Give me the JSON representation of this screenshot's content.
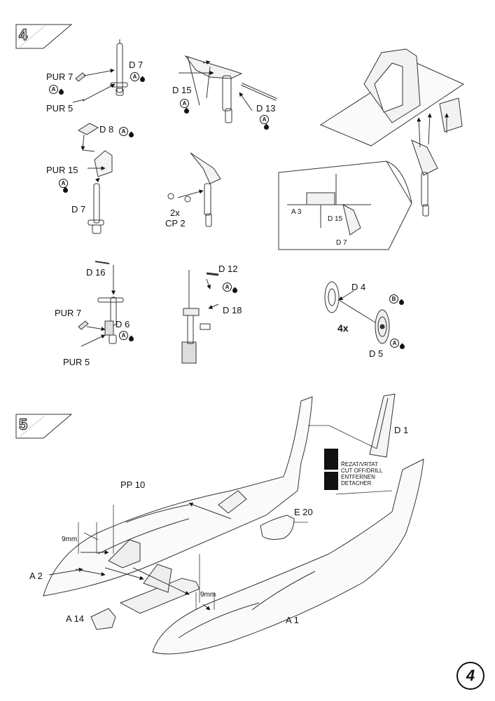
{
  "steps": [
    "4",
    "5"
  ],
  "page_number": "4",
  "badges": [
    "A",
    "B"
  ],
  "labels": {
    "pur7_a": "PUR 7",
    "pur5_a": "PUR 5",
    "d7_a": "D 7",
    "d15_a": "D 15",
    "d13": "D 13",
    "d8": "D 8",
    "pur15": "PUR 15",
    "d7_b": "D 7",
    "x2": "2x",
    "cp2": "CP 2",
    "a3": "A 3",
    "d15_inset": "D 15",
    "d7_inset": "D 7",
    "d16": "D 16",
    "d12": "D 12",
    "d18": "D 18",
    "pur7_b": "PUR 7",
    "d6": "D 6",
    "pur5_b": "PUR 5",
    "d4": "D 4",
    "x4": "4x",
    "d5": "D 5",
    "d1": "D 1",
    "pp10": "PP 10",
    "e20": "E 20",
    "mm9_a": "9mm",
    "mm9_b": "9mm",
    "a2": "A 2",
    "a14": "A 14",
    "a1": "A 1"
  },
  "cut_legend": [
    "ŘEZAT/VRTAT",
    "CUT OFF/DRILL",
    "ENTFERNEN",
    "DETACHER"
  ]
}
